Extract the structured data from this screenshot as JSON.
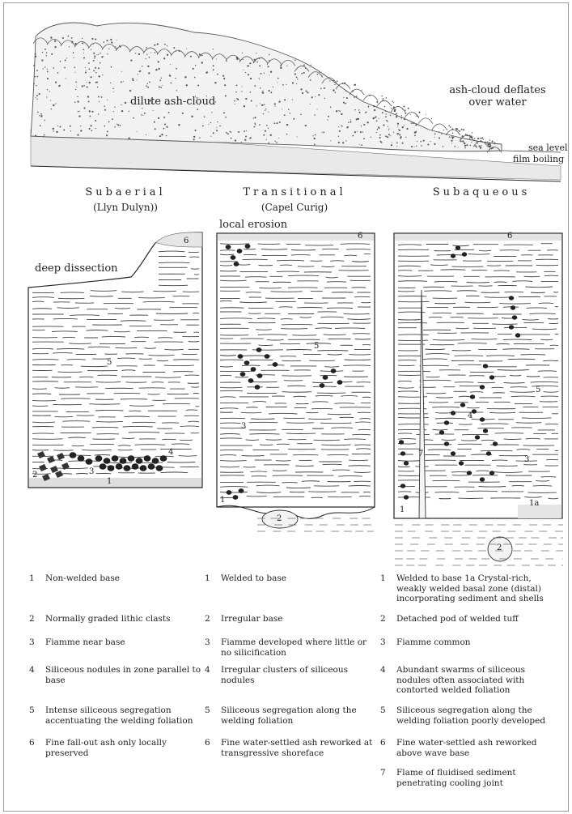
{
  "top": {
    "dilute_label": "dilute ash-cloud",
    "deflates_label": "ash-cloud deflates over water",
    "sea_level": "sea level",
    "film_boiling": "film boiling"
  },
  "columns": [
    {
      "title": "Subaerial",
      "subtitle": "(Llyn Dulyn))",
      "annotation": "deep dissection"
    },
    {
      "title": "Transitional",
      "subtitle": "(Capel Curig)",
      "annotation": "local erosion"
    },
    {
      "title": "Subaqueous",
      "subtitle": ""
    }
  ],
  "markers": {
    "sub": {
      "m1": "1",
      "m2": "2",
      "m3": "3",
      "m4": "4",
      "m5": "5",
      "m6": "6"
    },
    "tra": {
      "m1": "1",
      "m2": "2",
      "m3": "3",
      "m5": "5",
      "m6": "6"
    },
    "saq": {
      "m1": "1",
      "m1a": "1a",
      "m2": "2",
      "m3": "3",
      "m4": "4",
      "m5": "5",
      "m6": "6",
      "m7": "7"
    }
  },
  "legend": {
    "subaerial": [
      {
        "n": "1",
        "text": "Non-welded base"
      },
      {
        "n": "2",
        "text": "Normally graded lithic clasts"
      },
      {
        "n": "3",
        "text": "Fiamme near base"
      },
      {
        "n": "4",
        "text": "Siliceous nodules in zone parallel to base"
      },
      {
        "n": "5",
        "text": "Intense siliceous segregation accentuating the welding foliation"
      },
      {
        "n": "6",
        "text": "Fine fall-out ash only locally preserved"
      }
    ],
    "transitional": [
      {
        "n": "1",
        "text": "Welded to base"
      },
      {
        "n": "2",
        "text": "Irregular base"
      },
      {
        "n": "3",
        "text": "Fiamme developed where little or no silicification"
      },
      {
        "n": "4",
        "text": "Irregular clusters of siliceous nodules"
      },
      {
        "n": "5",
        "text": "Siliceous segregation along the welding foliation"
      },
      {
        "n": "6",
        "text": "Fine water-settled ash reworked at transgressive shoreface"
      }
    ],
    "subaqueous": [
      {
        "n": "1",
        "text": "Welded to base 1a Crystal-rich, weakly welded basal zone (distal) incorporating sediment and shells"
      },
      {
        "n": "2",
        "text": "Detached pod of welded tuff"
      },
      {
        "n": "3",
        "text": "Fiamme common"
      },
      {
        "n": "4",
        "text": "Abundant swarms of siliceous nodules often associated with contorted welded foliation"
      },
      {
        "n": "5",
        "text": "Siliceous segregation along the welding foliation poorly developed"
      },
      {
        "n": "6",
        "text": "Fine water-settled ash reworked above wave base"
      },
      {
        "n": "7",
        "text": "Flame of fluidised sediment penetrating cooling joint"
      }
    ]
  }
}
